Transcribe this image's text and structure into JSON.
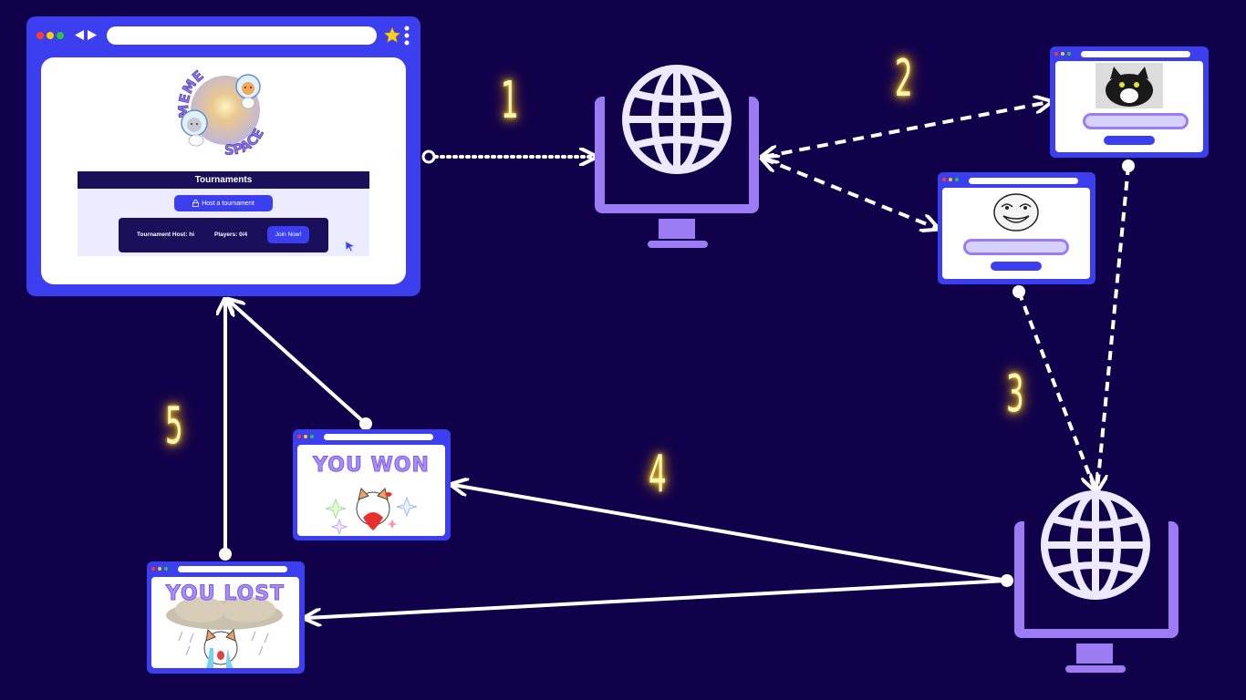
{
  "colors": {
    "background": "#11004a",
    "frame": "#3b3ff0",
    "monitor": "#9b7cf5",
    "globe": "#efe9ff",
    "step_glow": "#ffd23a",
    "arrow": "#ffffff"
  },
  "steps": [
    "1",
    "2",
    "3",
    "4",
    "5"
  ],
  "main_window": {
    "logo_text": {
      "top": "MEME",
      "bottom": "SPACE"
    },
    "tournaments": {
      "heading": "Tournaments",
      "host_button": "Host a tournament",
      "row": {
        "host_label": "Tournament Host: hi",
        "players_label": "Players: 0/4",
        "join_button": "Join Now!"
      }
    }
  },
  "result_windows": {
    "won": "YOU WON",
    "lost": "YOU LOST"
  },
  "icons": [
    "globe-icon",
    "monitor-icon",
    "star-icon",
    "kebab-menu-icon",
    "back-arrow-icon",
    "forward-arrow-icon",
    "cursor-icon",
    "lock-icon"
  ]
}
